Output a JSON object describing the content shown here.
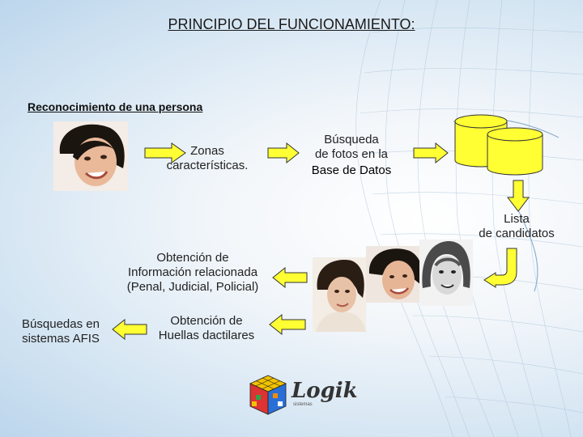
{
  "title": "PRINCIPIO DEL FUNCIONAMIENTO:",
  "subtitle": "Reconocimiento de una persona",
  "labels": {
    "zonas": "Zonas\ncaracterísticas.",
    "busqueda": "Búsqueda\nde fotos en la",
    "base_datos": "Base de Datos",
    "lista": "Lista\nde candidatos",
    "obtencion_info": "Obtención de\nInformación relacionada\n(Penal, Judicial, Policial)",
    "obtencion_huellas": "Obtención de\nHuellas dactilares",
    "busquedas_afis": "Búsquedas en\nsistemas AFIS"
  },
  "logo": {
    "text": "Logik",
    "sub": "sistemas"
  },
  "colors": {
    "arrow_fill": "#ffff33",
    "arrow_stroke": "#333333",
    "db_fill": "#ffff33"
  }
}
